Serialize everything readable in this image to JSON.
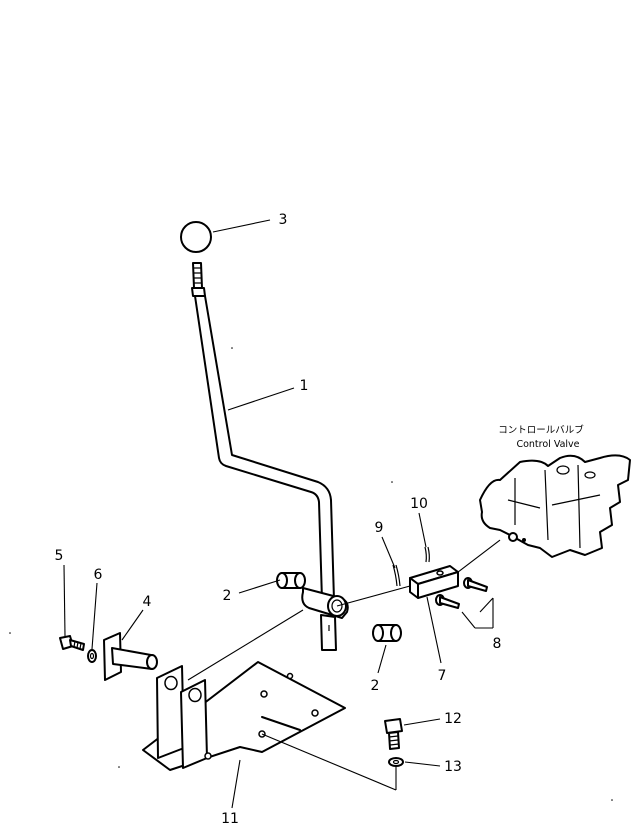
{
  "callouts": {
    "c1": "1",
    "c2a": "2",
    "c2b": "2",
    "c3": "3",
    "c4": "4",
    "c5": "5",
    "c6": "6",
    "c7": "7",
    "c8": "8",
    "c9": "9",
    "c10": "10",
    "c11": "11",
    "c12": "12",
    "c13": "13"
  },
  "control_valve": {
    "label_jp": "コントロールバルブ",
    "label_en": "Control Valve"
  },
  "colors": {
    "line": "#000000",
    "background": "#ffffff"
  }
}
